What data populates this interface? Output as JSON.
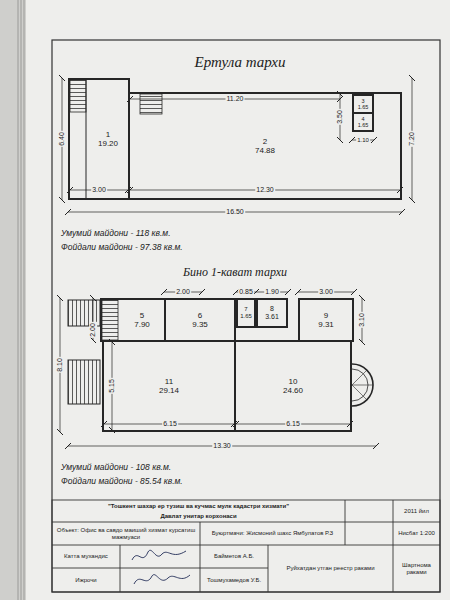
{
  "diagram": {
    "nodes": [
      {
        "text": [
          "1",
          "19.20"
        ]
      },
      {
        "text": [
          "2",
          "74.88"
        ]
      },
      {
        "text": [
          "3",
          "1.65"
        ],
        "in": 1
      },
      {
        "text": [
          "4",
          "1.65"
        ],
        "in": 1
      },
      {
        "text": [
          "5",
          "7.90"
        ]
      },
      {
        "text": [
          "6",
          "9.35"
        ]
      },
      {
        "text": [
          "7",
          "1.65"
        ]
      },
      {
        "text": [
          "8",
          "3.61"
        ]
      },
      {
        "text": [
          "9",
          "9.31"
        ]
      },
      {
        "text": [
          "11",
          "29.14"
        ]
      },
      {
        "text": [
          "10",
          "24.60"
        ]
      }
    ],
    "labels": [
      "Ертула тархи",
      "6.40",
      "3.00",
      "11.20",
      "3.50",
      "1.10",
      "12.30",
      "7.20",
      "16.50",
      "Умумий майдони - 118 кв.м.",
      "Фойдали майдони - 97.38 кв.м.",
      "Бино 1-кават тархи",
      "2.00",
      "2.00",
      "0.85",
      "1.90",
      "3.00",
      "3.10",
      "8.10",
      "5.15",
      "6.15",
      "6.15",
      "13.30",
      "Умумий майдони - 108 кв.м.",
      "Фойдали майдони - 85.54 кв.м.",
      "\"Тошкент шахар ер тузиш ва кучмас мулк кадастри хизмати\"",
      "Давлат унитар корхонаси",
      "2011 йил",
      "Объект: Офис ва савдо маиший хизмат курсатиш мажмуаси",
      "Буюртмачи: Жисмоний шахс Ямбулатов Р.З",
      "Нисбат 1:200",
      "Катта мухандис",
      "Байметов А.Б.",
      "Руйхатдан утган реестр раками",
      "Шартнома раками",
      "Ижрочи",
      "Тошмухамедов У.Б."
    ]
  }
}
